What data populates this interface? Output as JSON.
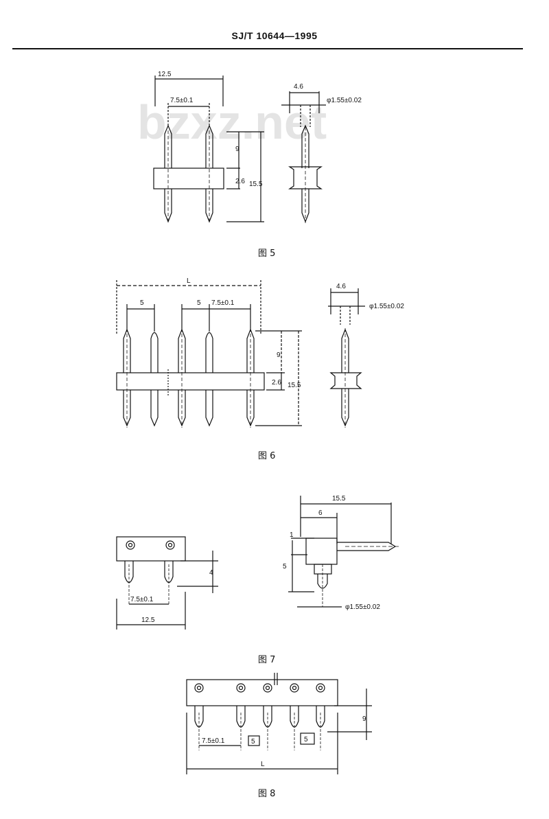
{
  "header": {
    "standard_code": "SJ/T 10644—1995"
  },
  "watermark": "bzxz.net",
  "figures": {
    "fig5": {
      "caption": "图 5",
      "dims": {
        "overall_width": "12.5",
        "pitch": "7.5±0.1",
        "upper_pin": "9",
        "body_height": "2.6",
        "total_height": "15.5",
        "side_width": "4.6",
        "pin_diameter": "φ1.55±0.02"
      }
    },
    "fig6": {
      "caption": "图 6",
      "dims": {
        "overall_width": "L",
        "first_pitch": "5",
        "second_pitch": "5",
        "pitch": "7.5±0.1",
        "upper_pin": "9",
        "body_height": "2.6",
        "total_height": "15.5",
        "side_width": "4.6",
        "pin_diameter": "φ1.55±0.02"
      }
    },
    "fig7": {
      "caption": "图 7",
      "dims": {
        "pin_length": "4",
        "pitch": "7.5±0.1",
        "overall_width": "12.5",
        "total_length": "15.5",
        "body_depth": "6",
        "offset": "1",
        "body_height": "5",
        "pin_diameter": "φ1.55±0.02"
      }
    },
    "fig8": {
      "caption": "图 8",
      "dims": {
        "pin_length": "9",
        "pitch": "7.5±0.1",
        "box_pitch_1": "5",
        "box_pitch_2": "5",
        "overall_width": "L"
      }
    }
  }
}
